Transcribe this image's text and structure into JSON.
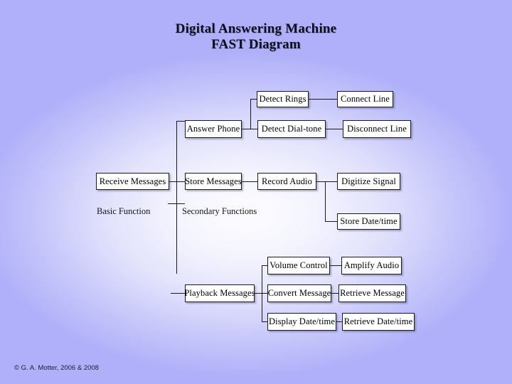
{
  "title": {
    "line1": "Digital Answering Machine",
    "line2": "FAST Diagram"
  },
  "captions": {
    "basic": "Basic Function",
    "secondary": "Secondary Functions"
  },
  "nodes": {
    "receive_messages": "Receive Messages",
    "answer_phone": "Answer Phone",
    "detect_rings": "Detect Rings",
    "connect_line": "Connect Line",
    "detect_dial_tone": "Detect Dial-tone",
    "disconnect_line": "Disconnect Line",
    "store_messages": "Store Messages",
    "record_audio": "Record Audio",
    "digitize_signal": "Digitize Signal",
    "store_date_time": "Store Date/time",
    "playback_messages": "Playback Messages",
    "volume_control": "Volume Control",
    "amplify_audio": "Amplify Audio",
    "convert_message": "Convert Message",
    "retrieve_message": "Retrieve Message",
    "display_date_time": "Display Date/time",
    "retrieve_date_time": "Retrieve Date/time"
  },
  "footer": {
    "copyright": "© G. A. Motter, 2006 & 2008"
  },
  "colors": {
    "background_edge": "#aeaefb",
    "background_center": "#fdfdff",
    "node_fill": "#ffffff",
    "line": "#1a1a1a",
    "text": "#000000"
  }
}
